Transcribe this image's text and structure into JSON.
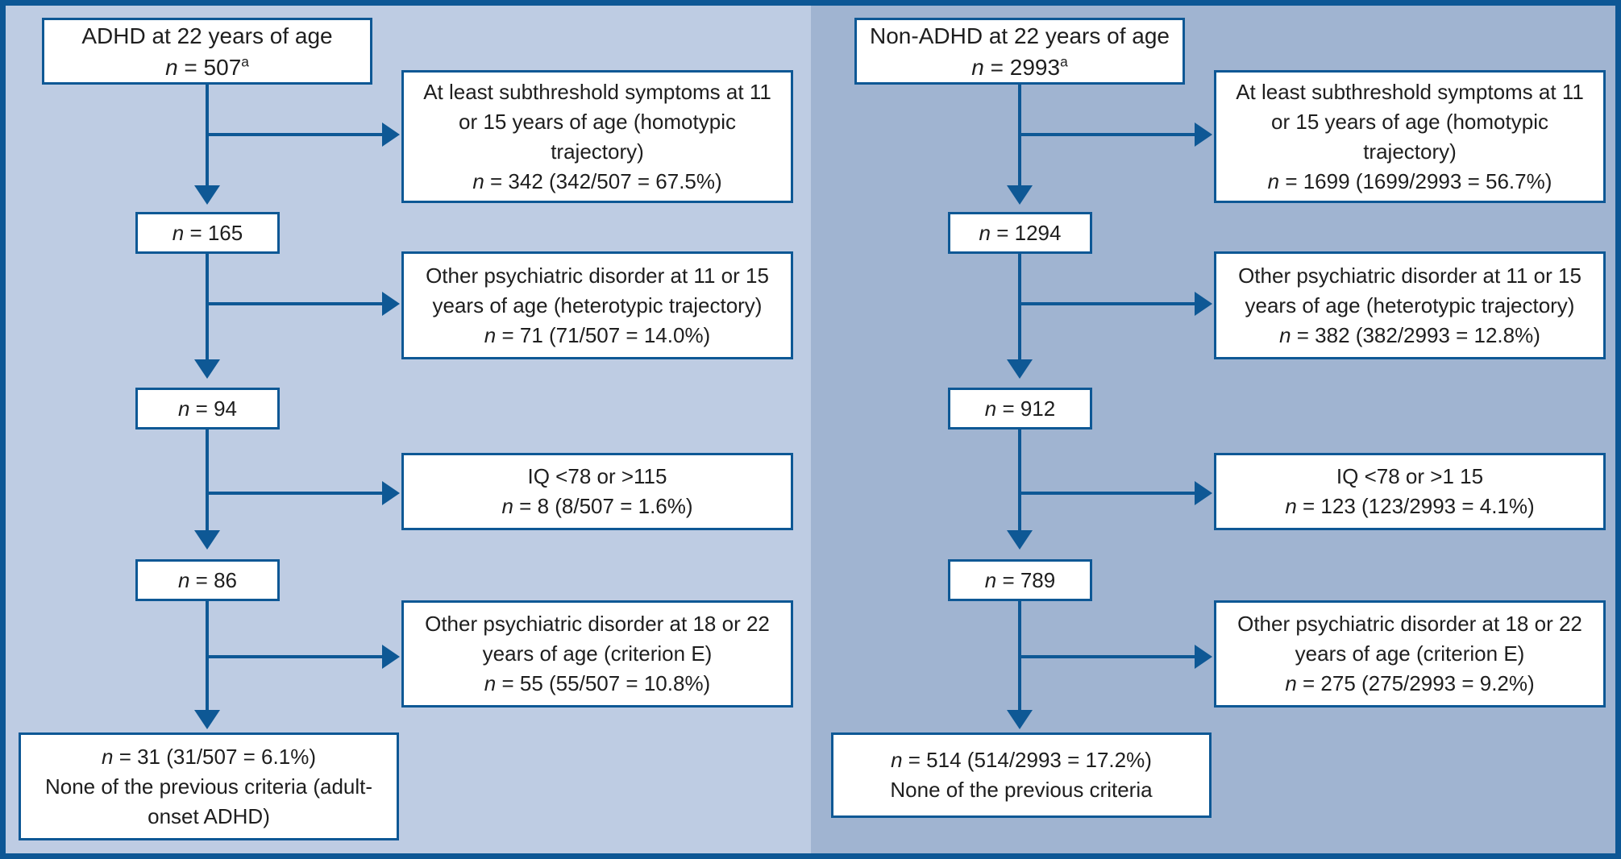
{
  "figure": {
    "description": "Two-panel flow diagram of ADHD and Non-ADHD cohorts at 22 years of age with exclusion branches",
    "footnote_marker": "a"
  },
  "colors": {
    "frame_border": "#0d5795",
    "line": "#0e5895",
    "panel_left_bg": "#becce3",
    "panel_right_bg": "#a0b4d1",
    "box_bg": "#ffffff",
    "text": "#1e1e1e"
  },
  "boxes": {
    "left_top": {
      "lines": [
        "ADHD at 22 years of age",
        "n = 507^a"
      ]
    },
    "left_side1": {
      "lines": [
        "At least subthreshold symptoms at 11",
        "or 15 years of age (homotypic",
        "trajectory)",
        "n = 342 (342/507 = 67.5%)"
      ]
    },
    "left_n1": {
      "lines": [
        "n = 165"
      ]
    },
    "left_side2": {
      "lines": [
        "Other psychiatric disorder at 11 or 15",
        "years of age (heterotypic trajectory)",
        "n = 71 (71/507 = 14.0%)"
      ]
    },
    "left_n2": {
      "lines": [
        "n = 94"
      ]
    },
    "left_side3": {
      "lines": [
        "IQ <78 or >115",
        "n = 8 (8/507 = 1.6%)"
      ]
    },
    "left_n3": {
      "lines": [
        "n = 86"
      ]
    },
    "left_side4": {
      "lines": [
        "Other psychiatric disorder at 18 or 22",
        "years of age (criterion E)",
        "n = 55 (55/507 = 10.8%)"
      ]
    },
    "left_final": {
      "lines": [
        "n = 31 (31/507 = 6.1%)",
        "None of the previous criteria (adult-",
        "onset ADHD)"
      ]
    },
    "right_top": {
      "lines": [
        "Non-ADHD at 22 years of age",
        "n = 2993^a"
      ]
    },
    "right_side1": {
      "lines": [
        "At least subthreshold symptoms at 11",
        "or 15 years of age (homotypic",
        "trajectory)",
        "n = 1699 (1699/2993 = 56.7%)"
      ]
    },
    "right_n1": {
      "lines": [
        "n = 1294"
      ]
    },
    "right_side2": {
      "lines": [
        "Other psychiatric disorder at 11 or 15",
        "years of age (heterotypic trajectory)",
        "n = 382 (382/2993 = 12.8%)"
      ]
    },
    "right_n2": {
      "lines": [
        "n = 912"
      ]
    },
    "right_side3": {
      "lines": [
        "IQ <78 or >1 15",
        "n = 123 (123/2993 = 4.1%)"
      ]
    },
    "right_n3": {
      "lines": [
        "n = 789"
      ]
    },
    "right_side4": {
      "lines": [
        "Other psychiatric disorder at 18 or 22",
        "years of age (criterion E)",
        "n = 275 (275/2993 = 9.2%)"
      ]
    },
    "right_final": {
      "lines": [
        "n = 514 (514/2993 = 17.2%)",
        "None of the previous criteria"
      ]
    }
  }
}
